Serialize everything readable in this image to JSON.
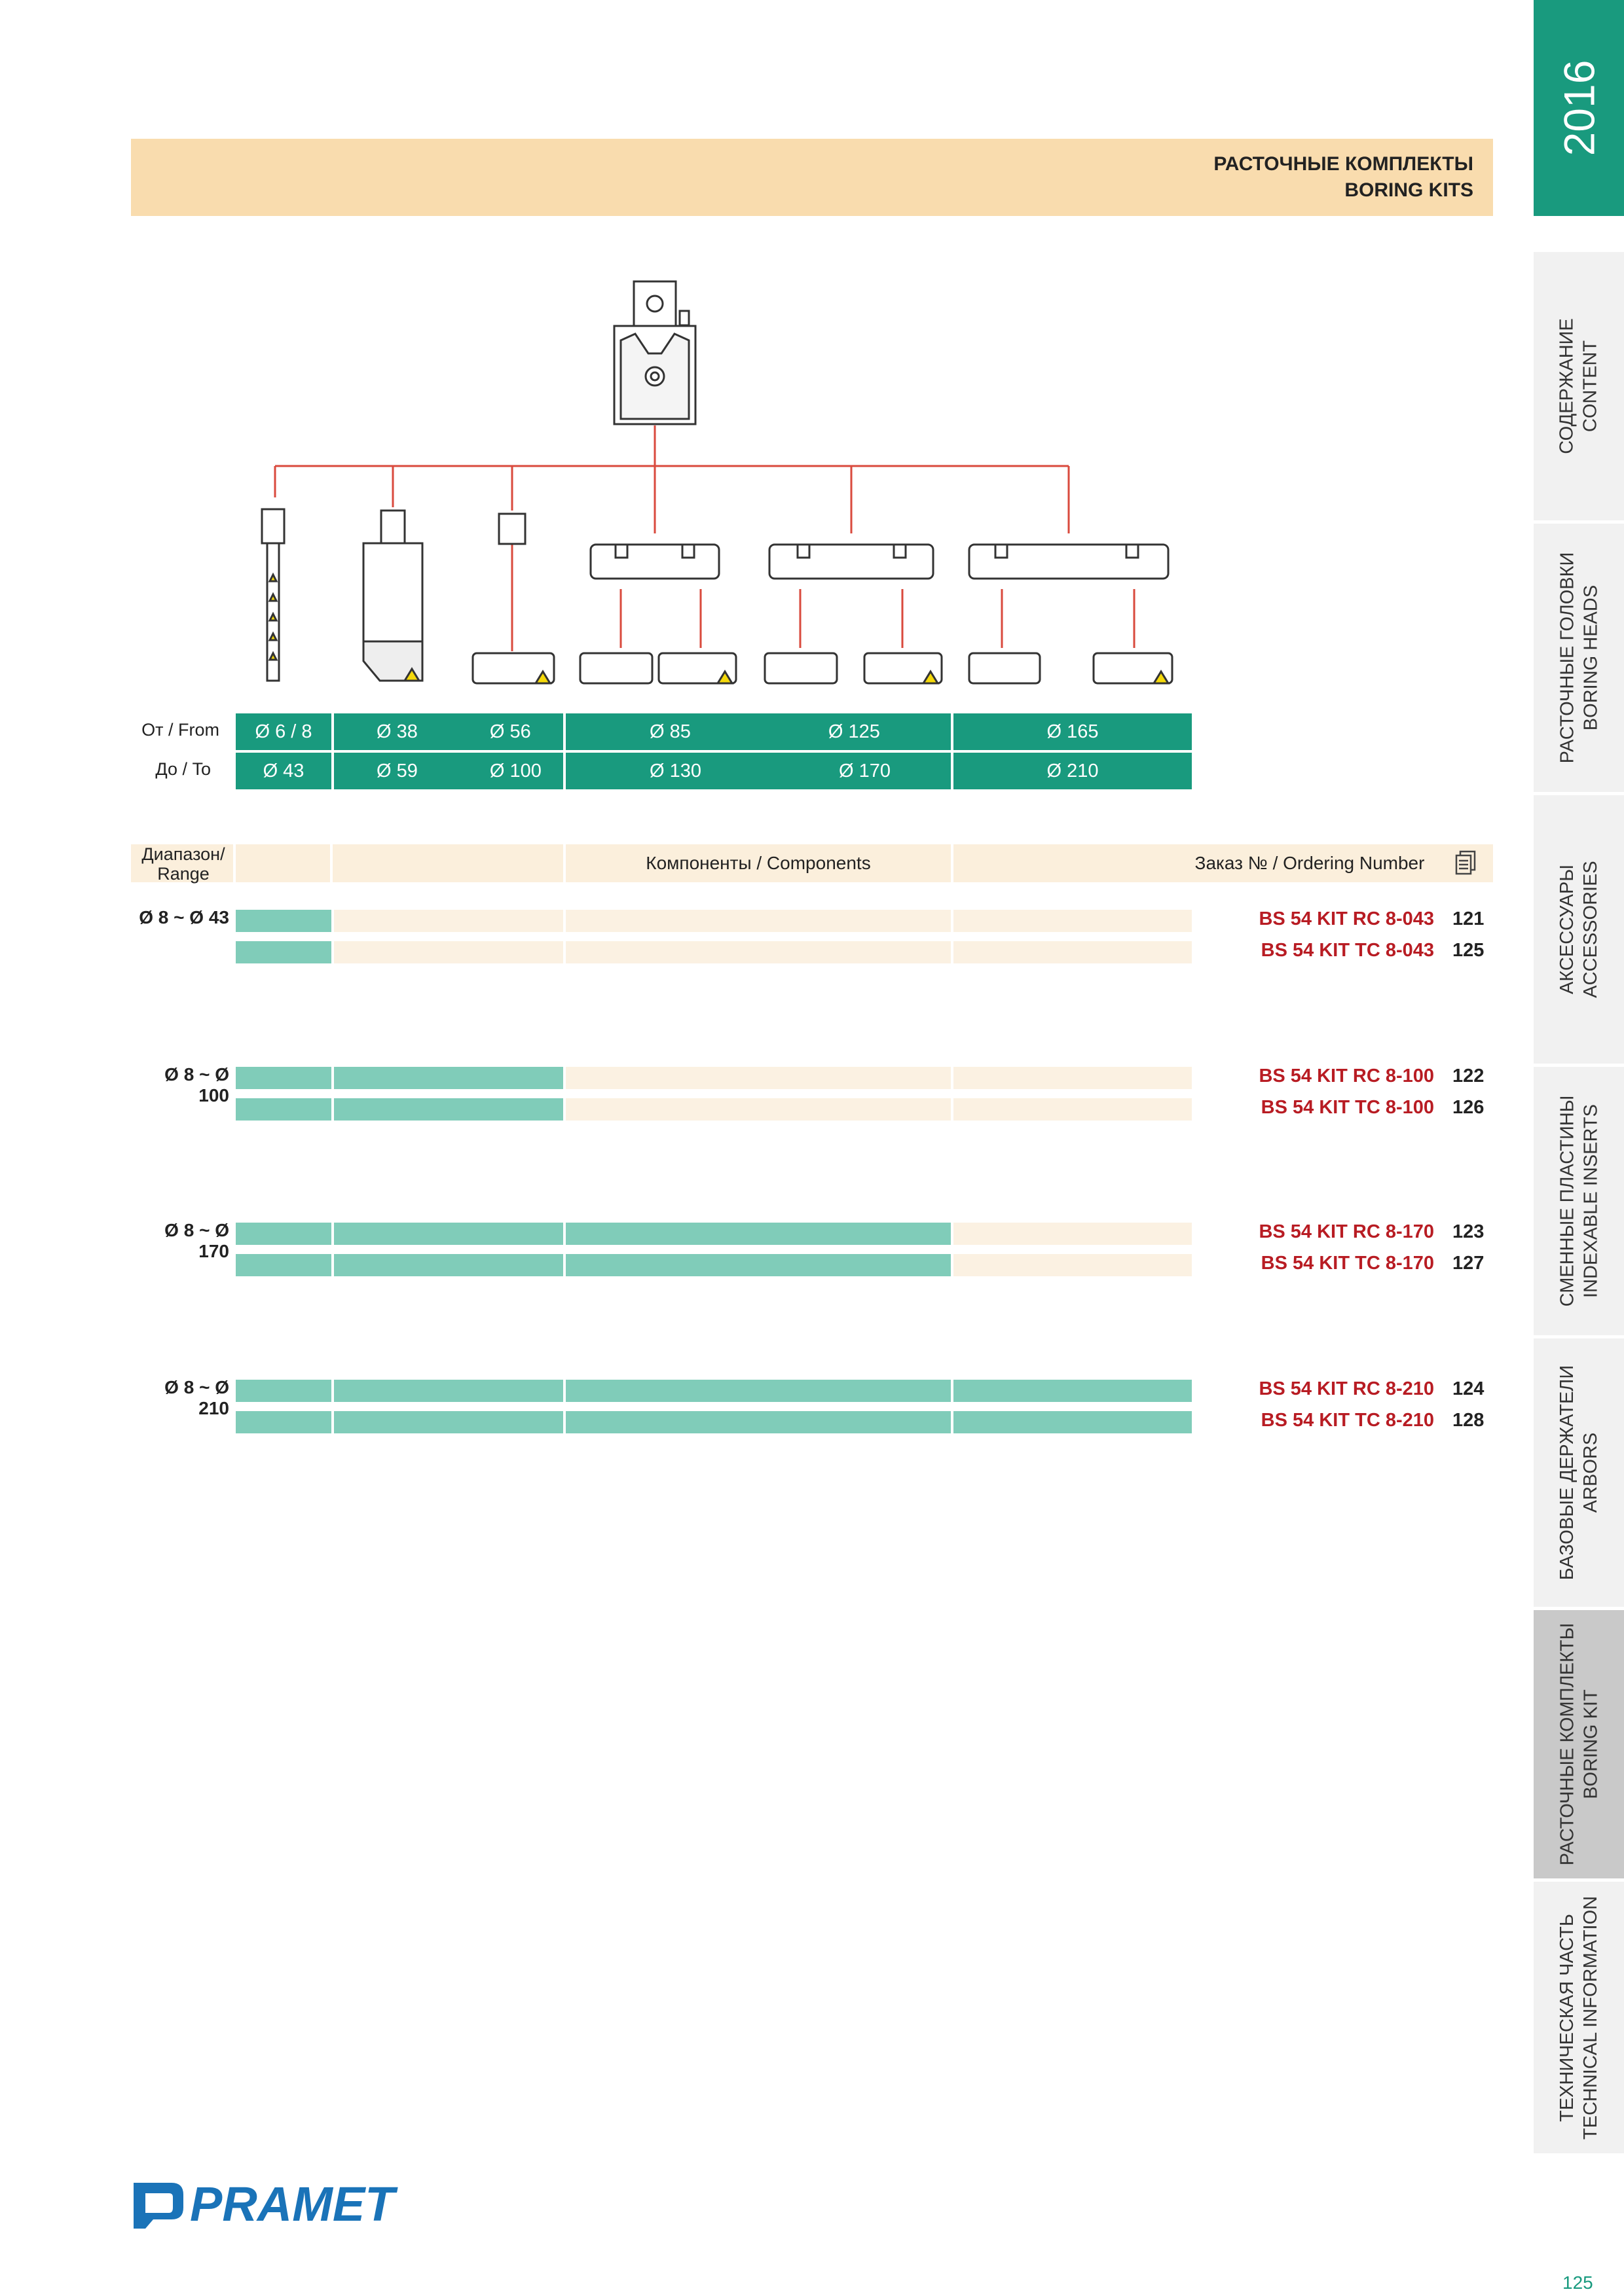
{
  "header": {
    "title_ru": "РАСТОЧНЫЕ КОМПЛЕКТЫ",
    "title_en": "BORING KITS"
  },
  "sidebar": {
    "year": "2016",
    "items": [
      {
        "ru": "СОДЕРЖАНИЕ",
        "en": "CONTENT"
      },
      {
        "ru": "РАСТОЧНЫЕ ГОЛОВКИ",
        "en": "BORING HEADS"
      },
      {
        "ru": "АКСЕССУАРЫ",
        "en": "ACCESSORIES"
      },
      {
        "ru": "СМЕННЫЕ ПЛАСТИНЫ",
        "en": "INDEXABLE INSERTS"
      },
      {
        "ru": "БАЗОВЫЕ ДЕРЖАТЕЛИ",
        "en": "ARBORS"
      },
      {
        "ru": "РАСТОЧНЫЕ КОМПЛЕКТЫ",
        "en": "BORING KIT"
      },
      {
        "ru": "ТЕХНИЧЕСКАЯ ЧАСТЬ",
        "en": "TECHNICAL INFORMATION"
      }
    ],
    "active_index": 5
  },
  "range_table": {
    "from_label_ru": "От",
    "from_label_en": "/ From",
    "to_label": "До / To",
    "from_values": [
      "Ø 6 / 8",
      "Ø 38",
      "Ø 56",
      "Ø 85",
      "Ø 125",
      "Ø 165"
    ],
    "to_values": [
      "Ø 43",
      "Ø 59",
      "Ø 100",
      "Ø 130",
      "Ø 170",
      "Ø 210"
    ]
  },
  "components_header": {
    "range_label": "Диапазон/\nRange",
    "components_label": "Компоненты / Components",
    "order_label": "Заказ № / Ordering Number",
    "page_icon": "pages-icon"
  },
  "kits": [
    {
      "range": "Ø 8 ~ Ø 43",
      "filled": 1,
      "rows": [
        {
          "code": "BS 54 KIT RC 8-043",
          "page": "121"
        },
        {
          "code": "BS 54 KIT TC 8-043",
          "page": "125"
        }
      ]
    },
    {
      "range": "Ø 8 ~ Ø 100",
      "filled": 2,
      "rows": [
        {
          "code": "BS 54 KIT RC 8-100",
          "page": "122"
        },
        {
          "code": "BS 54 KIT TC 8-100",
          "page": "126"
        }
      ]
    },
    {
      "range": "Ø 8 ~ Ø 170",
      "filled": 3,
      "rows": [
        {
          "code": "BS 54 KIT RC 8-170",
          "page": "123"
        },
        {
          "code": "BS 54 KIT TC 8-170",
          "page": "127"
        }
      ]
    },
    {
      "range": "Ø 8 ~ Ø 210",
      "filled": 4,
      "rows": [
        {
          "code": "BS 54 KIT RC 8-210",
          "page": "124"
        },
        {
          "code": "BS 54 KIT TC 8-210",
          "page": "128"
        }
      ]
    }
  ],
  "footer": {
    "logo_text": "PRAMET",
    "page_number": "125"
  },
  "colors": {
    "accent": "#199a7e",
    "bar_on": "#80ccb9",
    "bar_off": "#fbf1e2",
    "header_band": "#f9dcae",
    "order_code": "#b81c23",
    "diagram_line": "#d94a3d"
  }
}
